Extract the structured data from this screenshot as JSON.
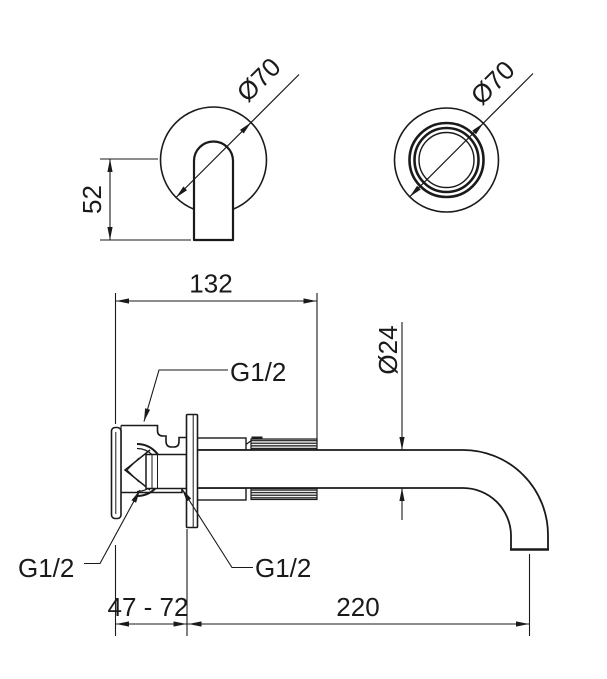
{
  "drawing": {
    "type": "technical-dimension-drawing",
    "subject": "wall-mounted-basin-spout",
    "colors": {
      "line": "#1a1a1a",
      "background": "#ffffff"
    },
    "views": {
      "front_handle": {
        "diameter": "Ø70",
        "stem_height": "52"
      },
      "front_spout": {
        "diameter": "Ø70"
      },
      "side": {
        "body_width": "132",
        "spout_diameter": "Ø24",
        "top_thread": "G1/2",
        "left_thread": "G1/2",
        "mid_thread": "G1/2",
        "wall_depth_range": "47 - 72",
        "spout_reach": "220"
      }
    }
  }
}
